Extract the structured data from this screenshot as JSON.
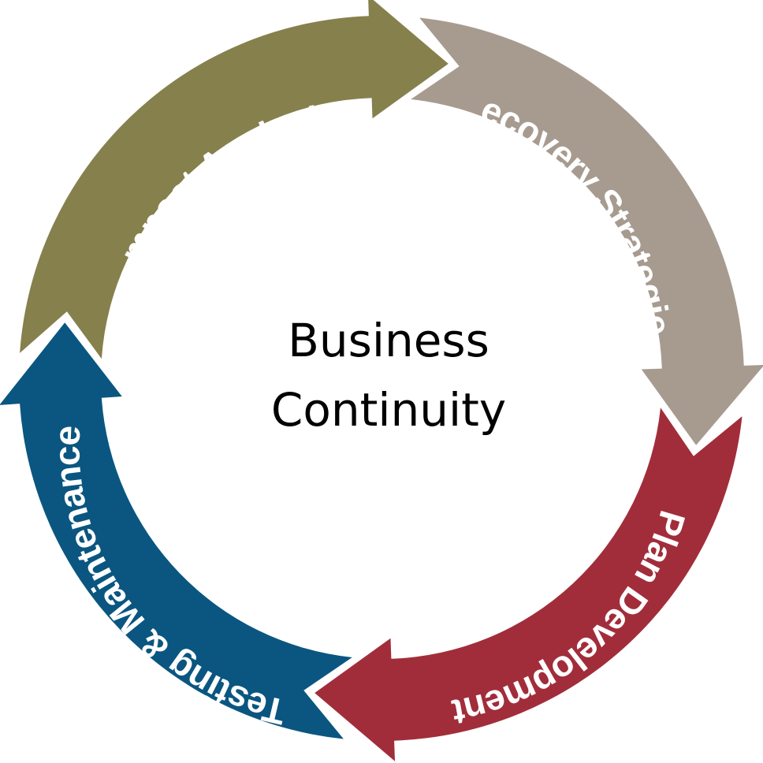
{
  "center": {
    "line1": "Business",
    "line2": "Continuity"
  },
  "segments": [
    {
      "label": "Impact Analysis",
      "color": "#86804D"
    },
    {
      "label": "Recovery Strategies",
      "color": "#A79B90"
    },
    {
      "label": "Plan Development",
      "color": "#A22D3A"
    },
    {
      "label": "Testing & Maintenance",
      "color": "#0A5680"
    }
  ]
}
